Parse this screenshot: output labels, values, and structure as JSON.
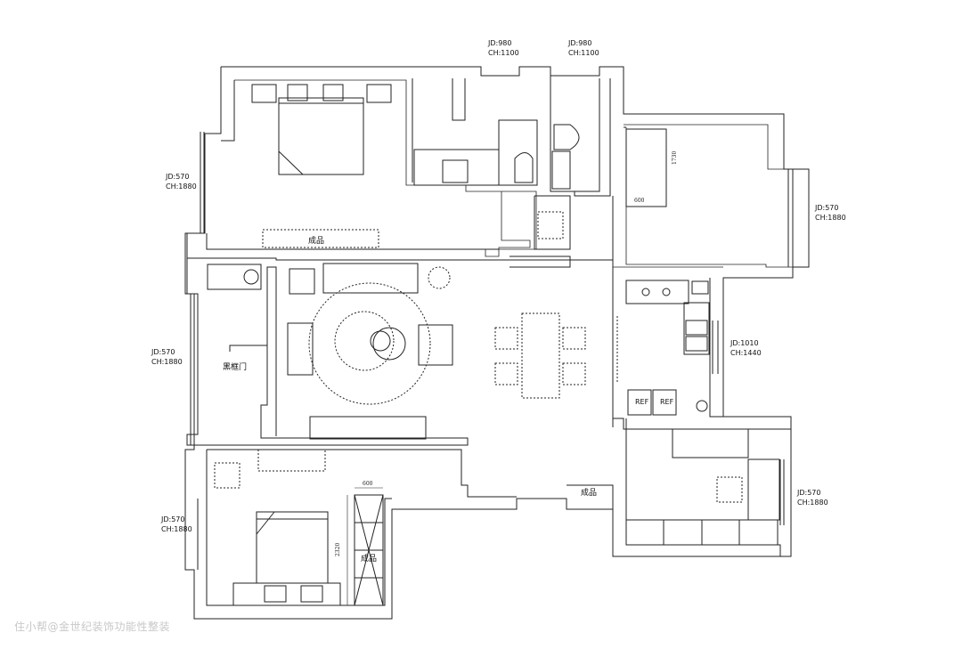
{
  "openings": {
    "top_left": {
      "jd": "JD:980",
      "ch": "CH:1100"
    },
    "top_right": {
      "jd": "JD:980",
      "ch": "CH:1100"
    },
    "master_bed": {
      "jd": "JD:570",
      "ch": "CH:1880"
    },
    "study": {
      "jd": "JD:570",
      "ch": "CH:1880"
    },
    "east_bed": {
      "jd": "JD:570",
      "ch": "CH:1880"
    },
    "kitchen": {
      "jd": "JD:1010",
      "ch": "CH:1440"
    },
    "south_east": {
      "jd": "JD:570",
      "ch": "CH:1880"
    },
    "south_west": {
      "jd": "JD:570",
      "ch": "CH:1880"
    }
  },
  "labels": {
    "prefab_master": "成品",
    "prefab_hall": "成品",
    "prefab_wardrobe": "成品",
    "blackboard_door": "黑框门",
    "ref_1": "REF",
    "ref_2": "REF"
  },
  "dimensions": {
    "east_depth": "600",
    "east_height": "1730",
    "wardrobe_width": "600",
    "wardrobe_height": "2320"
  },
  "watermark": "住小帮@金世纪装饰功能性整装"
}
